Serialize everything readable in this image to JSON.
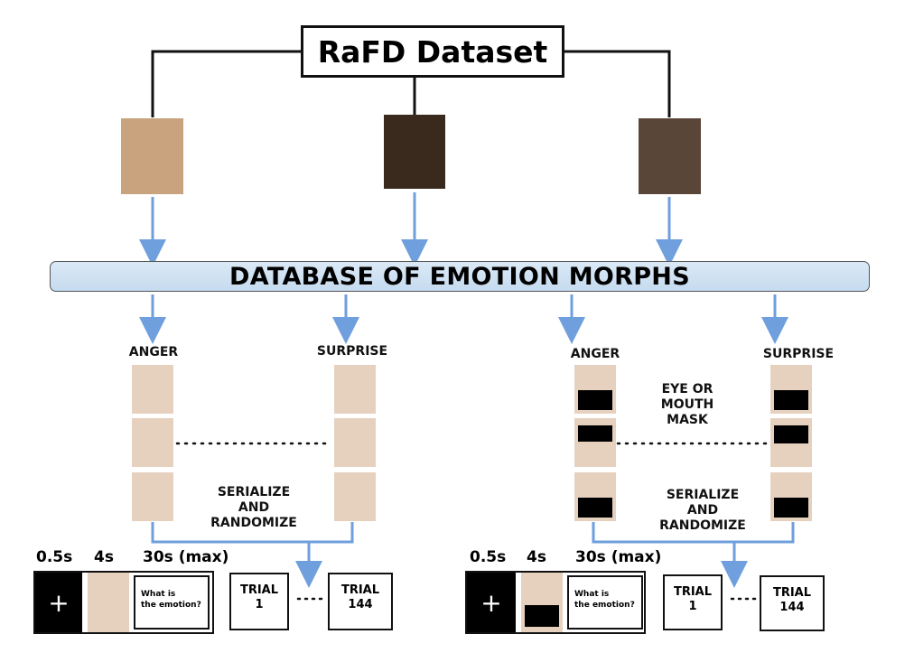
{
  "title": "RaFD Dataset",
  "banner": "DATABASE OF EMOTION MORPHS",
  "left_panel": {
    "anger_label": "ANGER",
    "surprise_label": "SURPRISE",
    "step_label": "SERIALIZE\nAND\nRANDOMIZE",
    "times": [
      "0.5s",
      "4s",
      "30s (max)"
    ],
    "fixation": "+",
    "question": "What is\nthe emotion?",
    "trial_first": [
      "TRIAL",
      "1"
    ],
    "trial_last": [
      "TRIAL",
      "144"
    ]
  },
  "right_panel": {
    "anger_label": "ANGER",
    "surprise_label": "SURPRISE",
    "mask_label": "EYE OR\nMOUTH\nMASK",
    "step_label": "SERIALIZE\nAND\nRANDOMIZE",
    "times": [
      "0.5s",
      "4s",
      "30s (max)"
    ],
    "fixation": "+",
    "question": "What is\nthe emotion?",
    "trial_first": [
      "TRIAL",
      "1"
    ],
    "trial_last": [
      "TRIAL",
      "144"
    ]
  },
  "colors": {
    "arrow": "#6f9fdd",
    "banner_fill": "#cfe2f3",
    "line": "#111111",
    "mask": "#000000"
  }
}
